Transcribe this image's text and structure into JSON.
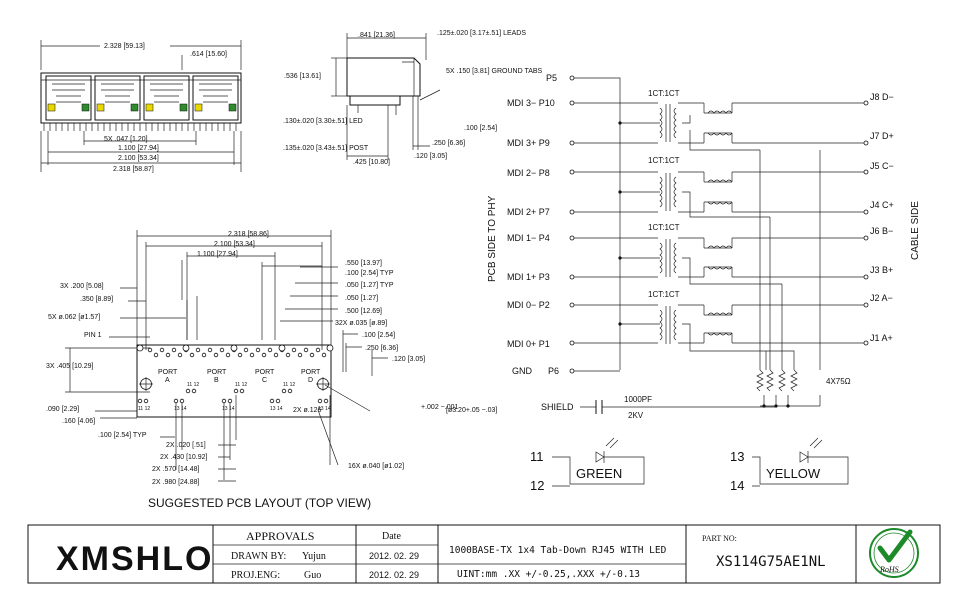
{
  "top_front": {
    "overall_width": "2.328 [59.13]",
    "port_pitch": ".614 [15.60]",
    "pin_width": "5X .047 [1.20]",
    "span_1100": "1.100 [27.94]",
    "span_2100": "2.100 [53.34]",
    "span_2318": "2.318 [58.87]"
  },
  "side_view": {
    "depth": ".841 [21.36]",
    "leads": ".125±.020 [3.17±.51] LEADS",
    "height": ".536 [13.61]",
    "ground_tabs": "5X .150 [3.81] GROUND TABS",
    "led": ".130±.020 [3.30±.51] LED",
    "post": ".135±.020 [3.43±.51] POST",
    "dim_100": ".100 [2.54]",
    "dim_250": ".250 [6.36]",
    "dim_120": ".120 [3.05]",
    "dim_425": ".425 [10.80]"
  },
  "pcb_layout": {
    "title": "SUGGESTED PCB LAYOUT (TOP VIEW)",
    "dim_2318": "2.318 [58.86]",
    "dim_2100": "2.100 [53.34]",
    "dim_1100": "1.100 [27.94]",
    "dim_550": ".550 [13.97]",
    "dim_100typ": ".100 [2.54] TYP",
    "dim_050typ": ".050 [1.27] TYP",
    "dim_050": ".050 [1.27]",
    "dim_500": ".500 [12.69]",
    "holes_035": "32X ø.035 [ø.89]",
    "dim_100b": ".100 [2.54]",
    "dim_250": ".250 [6.36]",
    "dim_120": ".120 [3.05]",
    "holes_200": "3X .200 [5.08]",
    "dim_350": ".350 [8.89]",
    "holes_062": "5X ø.062 [ø1.57]",
    "pin1": "PIN 1",
    "dim_405": "3X .405 [10.29]",
    "dim_090": ".090 [2.29]",
    "dim_160": ".160 [4.06]",
    "dim_100typ_b": ".100 [2.54] TYP",
    "holes_126": "2X ø.126",
    "holes_126_tol": "+.002 −.001",
    "holes_126_mm": "[ø3.20+.05 −.03]",
    "dim_020": "2X .020 [.51]",
    "dim_430": "2X .430 [10.92]",
    "dim_570": "2X .570 [14.48]",
    "dim_980": "2X .980 [24.88]",
    "holes_040": "16X ø.040 [ø1.02]",
    "ports": [
      "PORT A",
      "PORT B",
      "PORT C",
      "PORT D"
    ],
    "led_pins": [
      "11",
      "12",
      "13",
      "14"
    ]
  },
  "schematic": {
    "left_pins": [
      "P5",
      "MDI 3− P10",
      "MDI 3+ P9",
      "MDI 2− P8",
      "MDI 2+ P7",
      "MDI 1− P4",
      "MDI 1+ P3",
      "MDI 0− P2",
      "MDI 0+ P1",
      "P6"
    ],
    "gnd": "GND",
    "ratio": "1CT:1CT",
    "right_pins": [
      "J8 D−",
      "J7 D+",
      "J5 C−",
      "J4 C+",
      "J6 B−",
      "J3 B+",
      "J2 A−",
      "J1 A+"
    ],
    "left_side": "PCB SIDE TO PHY",
    "right_side": "CABLE SIDE",
    "resistors": "4X75Ω",
    "shield": "SHIELD",
    "cap": "1000PF",
    "cap_v": "2KV",
    "led_green": "GREEN",
    "led_yellow": "YELLOW",
    "green_pins": [
      "11",
      "12"
    ],
    "yellow_pins": [
      "13",
      "14"
    ]
  },
  "title_block": {
    "logo": "XMSHLO",
    "approvals": "APPROVALS",
    "date_header": "Date",
    "drawn_by_label": "DRAWN BY:",
    "drawn_by": "Yujun",
    "drawn_date": "2012. 02. 29",
    "proj_eng_label": "PROJ.ENG:",
    "proj_eng": "Guo",
    "proj_date": "2012. 02. 29",
    "description": "1000BASE-TX 1x4 Tab-Down RJ45 WITH LED",
    "units": "UINT:mm .XX +/-0.25,.XXX +/-0.13",
    "part_no_label": "PART NO:",
    "part_no": "XS114G75AE1NL",
    "rohs": "RoHS",
    "rohs_mark": "✓"
  },
  "colors": {
    "led_yellow": "#e8d800",
    "led_green": "#2e8b2e",
    "rohs_green": "#1d8a2a"
  }
}
